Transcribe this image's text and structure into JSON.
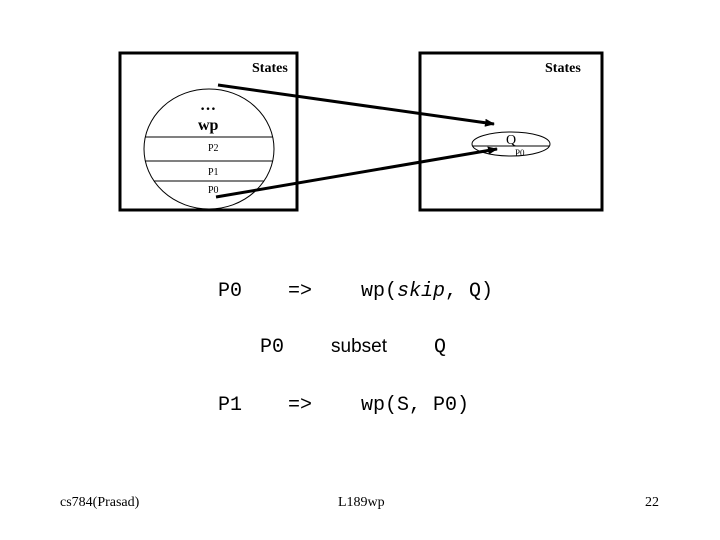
{
  "diagram": {
    "left_box_title": "States",
    "right_box_title": "States",
    "ellipsis": "…",
    "wp_label": "wp",
    "band_labels": [
      "P2",
      "P1",
      "P0"
    ],
    "q_label": "Q",
    "q_sub_label": "P0"
  },
  "formulas": {
    "line1": {
      "lhs": "P0",
      "op": "=>",
      "rhs_prefix": "wp(",
      "rhs_italic": "skip",
      "rhs_suffix": ", Q)"
    },
    "line2": {
      "lhs": "P0",
      "op": "subset",
      "rhs": "Q"
    },
    "line3": {
      "lhs": "P1",
      "op": "=>",
      "rhs": "wp(S, P0)"
    }
  },
  "footer": {
    "left": "cs784(Prasad)",
    "center": "L189wp",
    "right": "22"
  }
}
